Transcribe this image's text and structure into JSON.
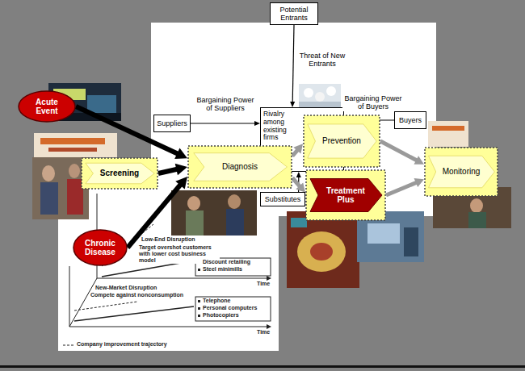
{
  "diagram": {
    "nodes": [
      {
        "text": [
          "Potential Entrants"
        ]
      },
      {
        "text": [
          "Suppliers"
        ]
      },
      {
        "text": [
          "Rivalry among existing firms"
        ]
      },
      {
        "text": [
          "Buyers"
        ]
      },
      {
        "text": [
          "Substitutes"
        ]
      },
      {
        "text": [
          "Acute Event"
        ]
      },
      {
        "text": [
          "Screening"
        ]
      },
      {
        "text": [
          "Chronic Disease"
        ]
      },
      {
        "text": [
          "Diagnosis"
        ]
      },
      {
        "text": [
          "Prevention"
        ]
      },
      {
        "text": [
          "Treatment Plus"
        ]
      },
      {
        "text": [
          "Monitoring"
        ]
      }
    ],
    "edges": [
      {
        "from": 0,
        "to": 2,
        "label": "Threat of New Entrants",
        "arrow": "to"
      },
      {
        "from": 1,
        "to": 2,
        "label": "Bargaining Power of Suppliers",
        "arrow": "to"
      },
      {
        "from": 3,
        "to": 2,
        "label": "Bargaining Power of Buyers",
        "arrow": "to"
      },
      {
        "from": 4,
        "to": 2,
        "arrow": "to"
      },
      {
        "from": 5,
        "to": 8,
        "arrow": "to"
      },
      {
        "from": 6,
        "to": 8,
        "arrow": "to"
      },
      {
        "from": 7,
        "to": 8,
        "arrow": "to"
      },
      {
        "from": 8,
        "to": 9,
        "arrow": "to"
      },
      {
        "from": 8,
        "to": 10,
        "arrow": "to"
      },
      {
        "from": 9,
        "to": 11,
        "arrow": "to"
      },
      {
        "from": 10,
        "to": 11,
        "arrow": "to"
      }
    ],
    "labels": [
      "Low-End Disruption",
      "Target overshot customers with lower cost business model",
      "Discount retailing",
      "Steel minimills",
      "Time",
      "New-Market Disruption",
      "Compete against nonconsumption",
      "Telephone",
      "Personal computers",
      "Photocopiers",
      "Time",
      "Company improvement trajectory"
    ]
  }
}
